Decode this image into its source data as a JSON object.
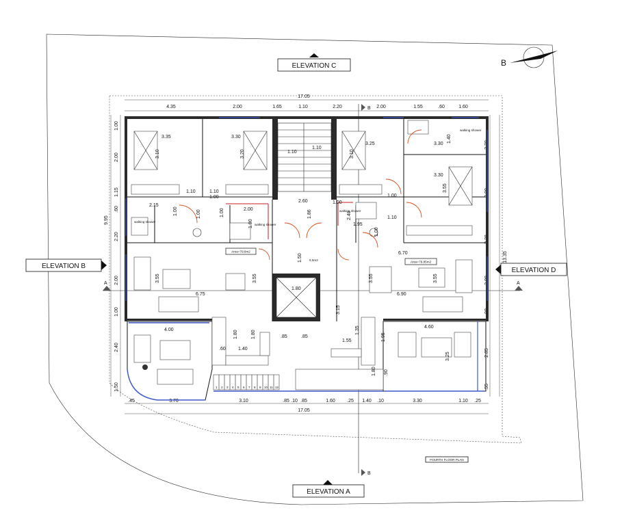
{
  "elevations": {
    "a": "ELEVATION A",
    "b": "ELEVATION B",
    "c": "ELEVATION C",
    "d": "ELEVATION D"
  },
  "plan_title": "FOURTH FLOOR PLAN",
  "north_label": "B",
  "section_marks": {
    "a_left": "A",
    "a_right": "A",
    "b_top": "B",
    "b_bottom": "B"
  },
  "overall_dims": {
    "top": "17.05",
    "bottom": "17.05",
    "left": "9.95",
    "right": "13.35"
  },
  "top_dims": [
    "4.35",
    "2.00",
    "1.65",
    "1.10",
    "2.20",
    "2.00",
    "1.55",
    ".60",
    "1.60"
  ],
  "bottom_dims": [
    ".45",
    "3.70",
    "3.10",
    ".85",
    ".10",
    ".85",
    "1.60",
    ".25",
    "1.40",
    ".10",
    "3.30",
    "1.10",
    ".25"
  ],
  "left_dims": [
    "1.00",
    "2.00",
    "1.15",
    ".60",
    "2.20",
    "2.00",
    "1.00",
    "2.40",
    "1.50"
  ],
  "right_dims": [
    "2.70",
    "2.00",
    "2.28",
    "2.00",
    ".98",
    "2.85",
    ".55"
  ],
  "areas": {
    "left": "Area=79,8m2",
    "right": "Area=79,85m2",
    "core": "6,5m2"
  },
  "labels": {
    "walking_shower": "walking shower"
  },
  "room_dims": {
    "r1": "3.35",
    "r1v": "3.10",
    "r2": "3.30",
    "r2v": "3.20",
    "r3": "3.10",
    "r3h": "3.25",
    "r4": "3.30",
    "r5": "3.30",
    "r5v": "3.55",
    "d1": "1.10",
    "d2": "1.10",
    "d3": "1.00",
    "d4": "2.15",
    "d5": "1.00",
    "d6": "1.00",
    "d7": "2.00",
    "d8": "1.90",
    "d9": "1.10",
    "d10": "1.10",
    "d11": "2.60",
    "d12": "1.86",
    "d13": "1.00",
    "d14": "2.40",
    "d15": "1.95",
    "d16": "1.10",
    "d17": "1.00",
    "d18": "1.40",
    "d19": "1.00",
    "d20": "6.70",
    "d21": "1.50",
    "d22": "6.75",
    "d23": "3.55",
    "d24": "3.55",
    "d25": "1.80",
    "d26": "3.55",
    "d27": "3.55",
    "d28": "6.90",
    "d29": "3.15",
    "d30": "4.00",
    "d31": "1.80",
    "d32": "1.80",
    "d33": ".85",
    "d34": ".85",
    "d35": "1.55",
    "d36": "1.35",
    "d37": "4.60",
    "d38": ".60",
    "d39": "1.40",
    "d40": "3.25",
    "d41": ".90",
    "d42": "1.80",
    "d43": "1.00",
    "d44": "1.95"
  },
  "stair_steps": [
    "1",
    "2",
    "3",
    "4",
    "5",
    "6",
    "7",
    "8",
    "9",
    "10",
    "11",
    "12"
  ]
}
